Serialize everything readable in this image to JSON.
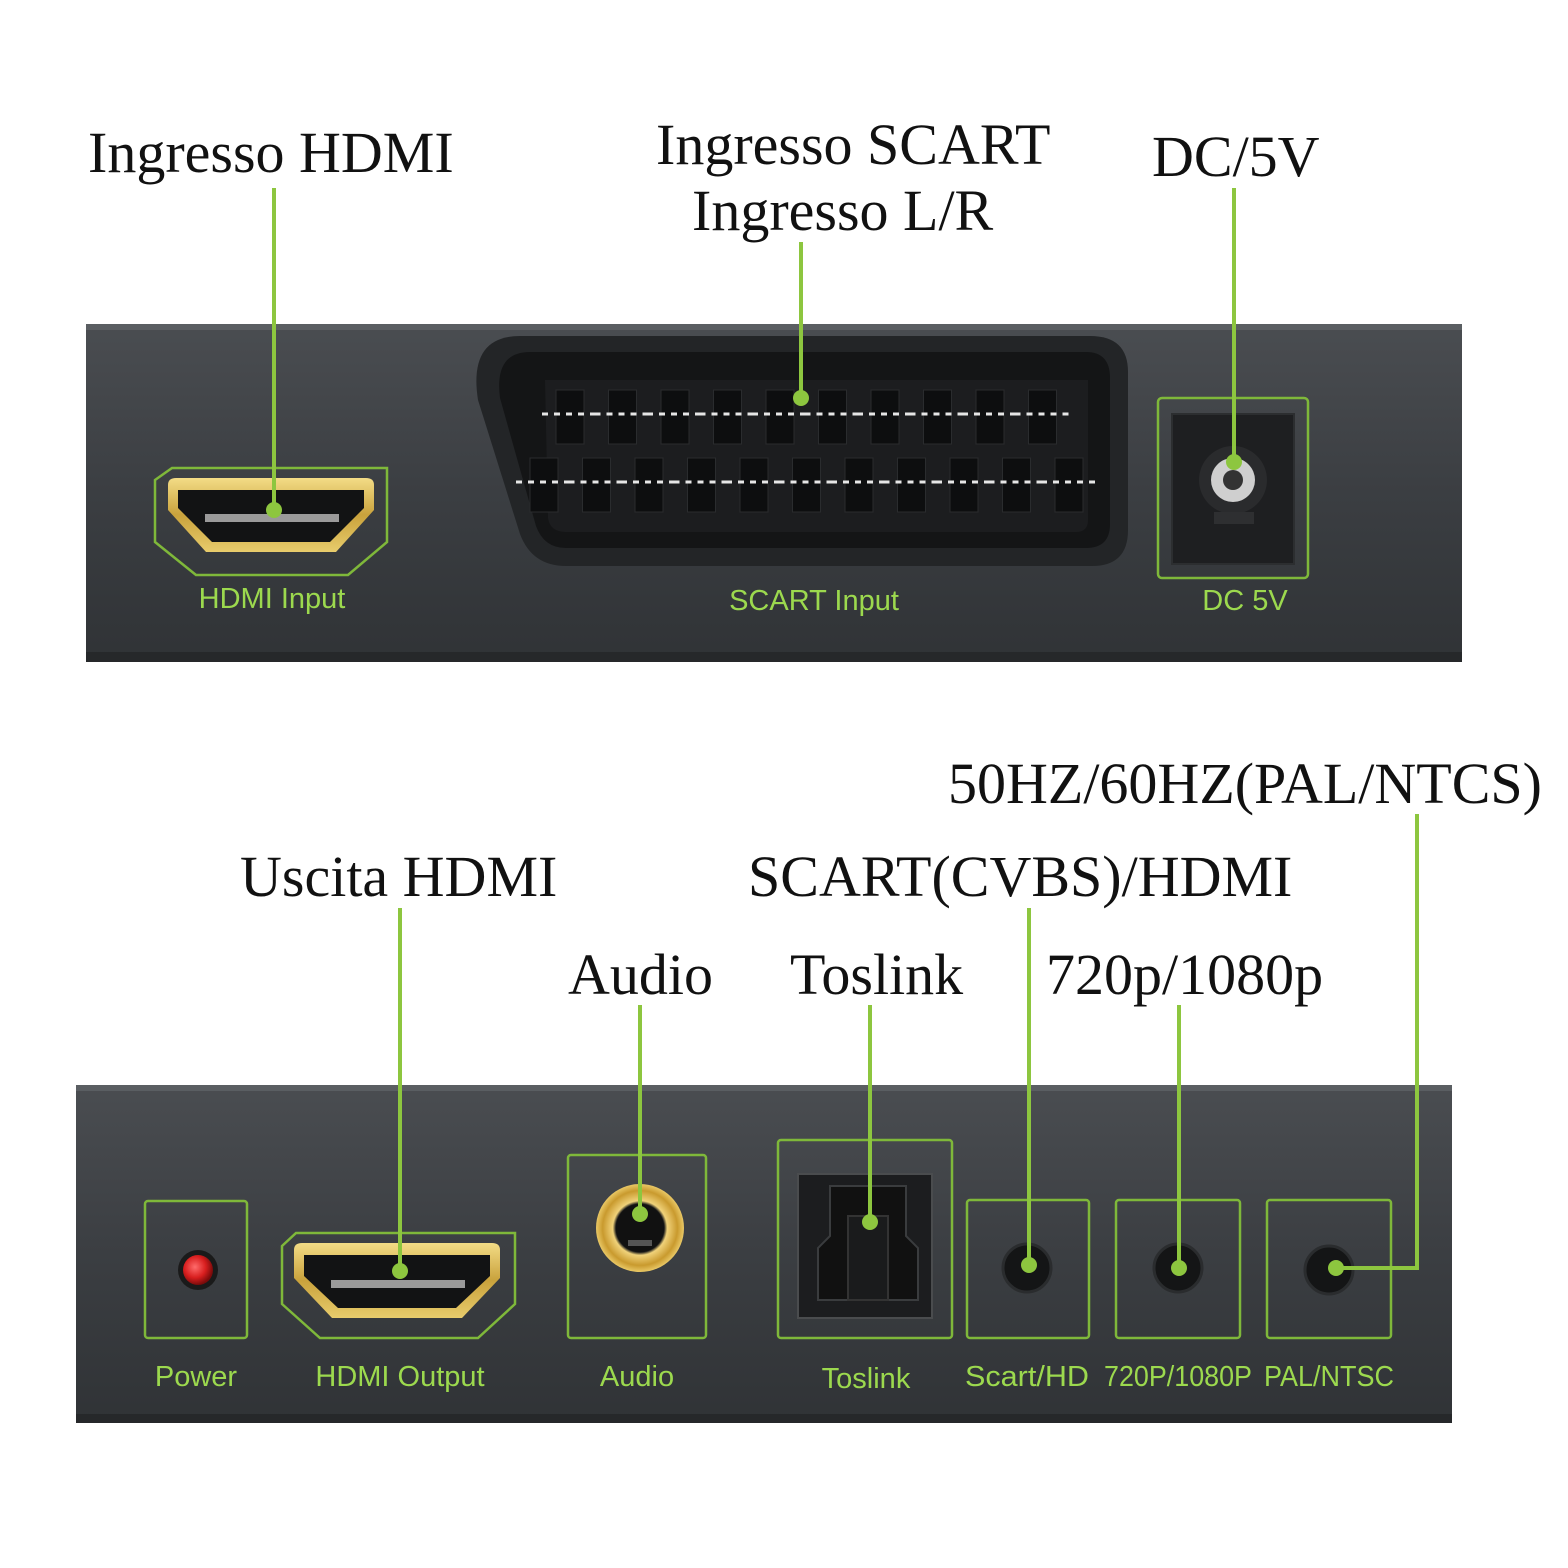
{
  "callouts": {
    "hdmi_in": "Ingresso HDMI",
    "scart_in_1": "Ingresso SCART",
    "scart_in_2": "Ingresso L/R",
    "dc": "DC/5V",
    "hdmi_out": "Uscita HDMI",
    "audio": "Audio",
    "toslink": "Toslink",
    "scart_hdmi": "SCART(CVBS)/HDMI",
    "resolution": "720p/1080p",
    "hz": "50HZ/60HZ(PAL/NTCS)"
  },
  "panel_labels": {
    "hdmi_input": "HDMI Input",
    "scart_input": "SCART Input",
    "dc_5v": "DC 5V",
    "power": "Power",
    "hdmi_output": "HDMI Output",
    "audio": "Audio",
    "toslink": "Toslink",
    "scart_hd": "Scart/HD",
    "res_switch": "720P/1080P",
    "pal_ntsc": "PAL/NTSC"
  },
  "colors": {
    "accent_green": "#8dc63f",
    "label_green": "#9cd94e",
    "panel": "#3a3d40",
    "gold": "#d8b54a",
    "power_led": "#d81e1e"
  }
}
